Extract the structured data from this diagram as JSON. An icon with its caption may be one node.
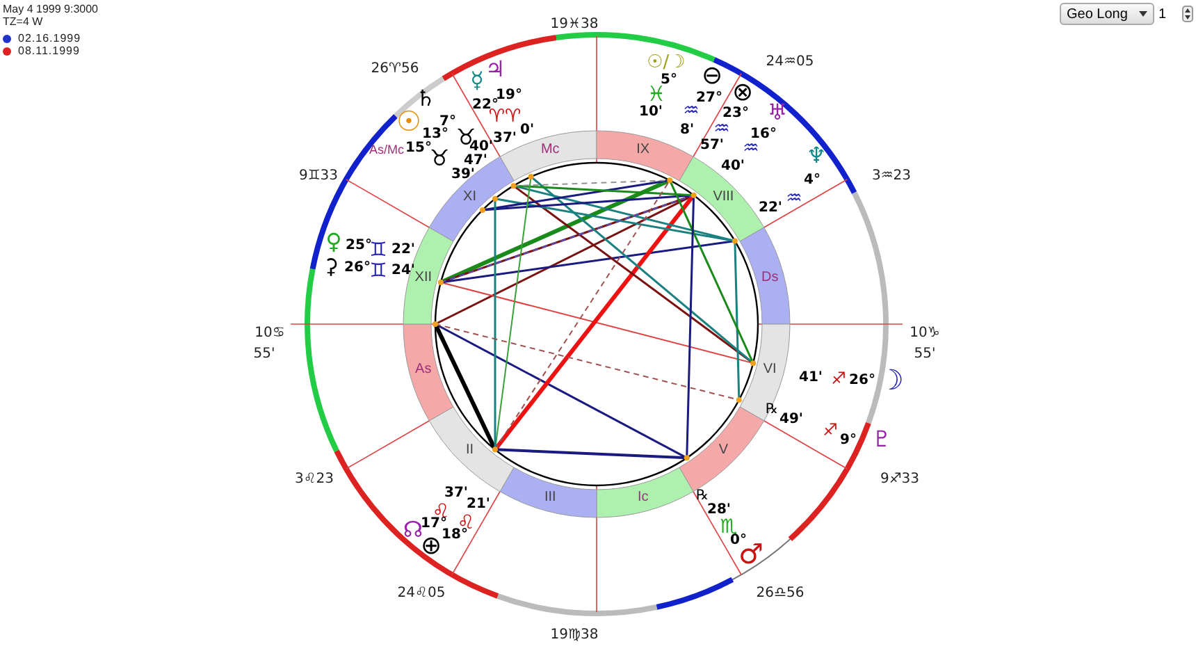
{
  "diagram": {
    "labels": [
      "May 4 1999 9:3000",
      "TZ=4 W",
      "Geo Long",
      "1",
      "19♓38",
      "26♈56",
      "☿",
      "♃",
      "22°",
      "19°",
      "♈♈",
      "37'",
      "0'",
      "♄",
      "☉",
      "7°",
      "As/Mc",
      "13°",
      "15°",
      "♉",
      "♉",
      "40'",
      "47'",
      "39'",
      "☉/☽",
      "5°",
      "⊖",
      "27°",
      "♓",
      "10'",
      "⊗",
      "♒",
      "23°",
      "8'",
      "♅",
      "♒",
      "57'",
      "16°",
      "♒",
      "40'",
      "♆",
      "4°",
      "♒",
      "22'",
      "24♒05",
      "9♊33",
      "3♒23",
      "♀",
      "⚳",
      "25°",
      "26°",
      "♊",
      "♊",
      "22'",
      "24'",
      "10♋",
      "55'",
      "10♑",
      "55'",
      "41'",
      "♐",
      "26°",
      "☽",
      "℞",
      "49'",
      "♐",
      "9°",
      "♇",
      "3♌23",
      "9♐33",
      "37'",
      "21'",
      "♌",
      "♌",
      "☊",
      "17°",
      "18°",
      "⊕",
      "℞",
      "28'",
      "♏",
      "0°",
      "♂",
      "24♌05",
      "26♎56",
      "19♍38",
      "Mc",
      "IX",
      "VIII",
      "Ds",
      "VI",
      "V",
      "III",
      "Ic",
      "II",
      "As",
      "XII",
      "XI"
    ],
    "legend": [
      {
        "text": "02.16.1999",
        "color": "#2233cc"
      },
      {
        "text": "08.11.1999",
        "color": "#dd2222"
      }
    ]
  }
}
